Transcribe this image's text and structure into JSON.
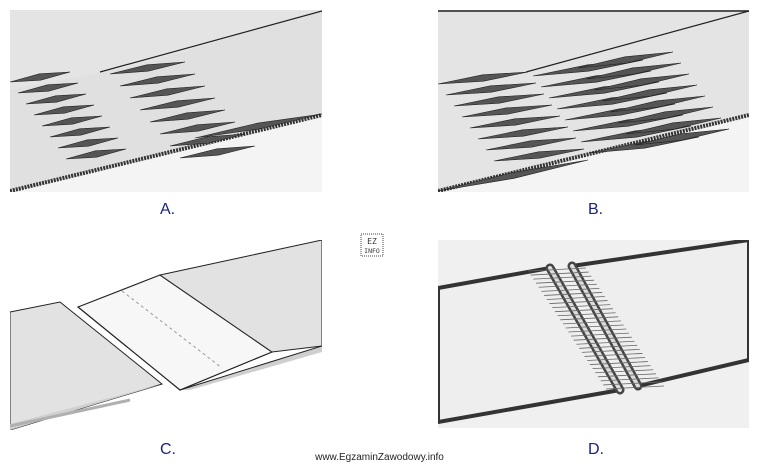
{
  "panels": {
    "a": {
      "label": "A."
    },
    "b": {
      "label": "B."
    },
    "c": {
      "label": "C."
    },
    "d": {
      "label": "D."
    }
  },
  "logo": {
    "text": "EZ INFO"
  },
  "footer": {
    "url": "www.EgzaminZawodowy.info"
  },
  "colors": {
    "fabric": "#e6e6e6",
    "fabricLight": "#f1f1f1",
    "stroke": "#222222",
    "label": "#1a237e"
  }
}
